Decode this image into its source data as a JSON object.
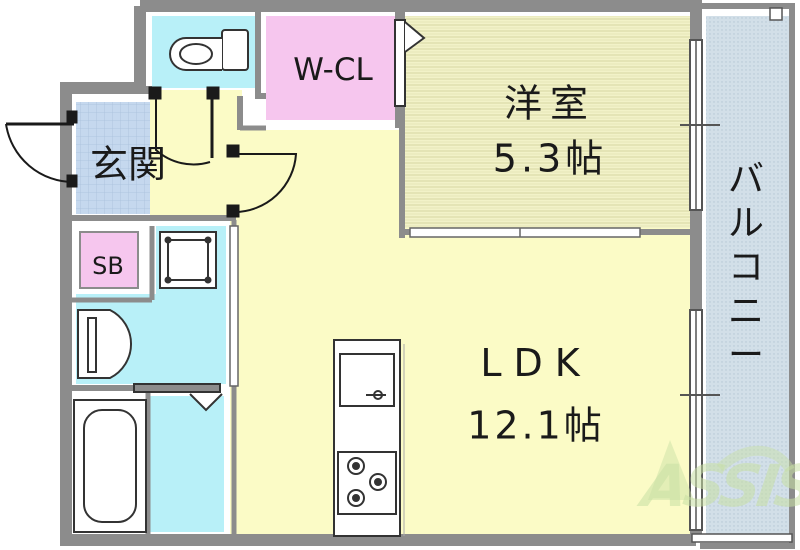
{
  "rooms": {
    "walk_in_closet": {
      "label": "W-CL"
    },
    "western_room": {
      "name": "洋室",
      "size": "5.3帖"
    },
    "entrance": {
      "label": "玄関"
    },
    "shoe_box": {
      "label": "SB"
    },
    "ldk": {
      "name": "LDK",
      "size": "12.1帖"
    },
    "balcony": {
      "label": "バルコニー"
    }
  },
  "watermark": {
    "text": "ASSIST"
  },
  "colors": {
    "wall": "#8c8c8c",
    "closet": "#f6c6ee",
    "western_floor": "#f2f2c8",
    "ldk_floor": "#fbfbc6",
    "entrance_floor": "#c5d8ee",
    "wet_area": "#b8f0f8",
    "balcony": "#d2dfe8",
    "logo": "#c8e0a4"
  }
}
